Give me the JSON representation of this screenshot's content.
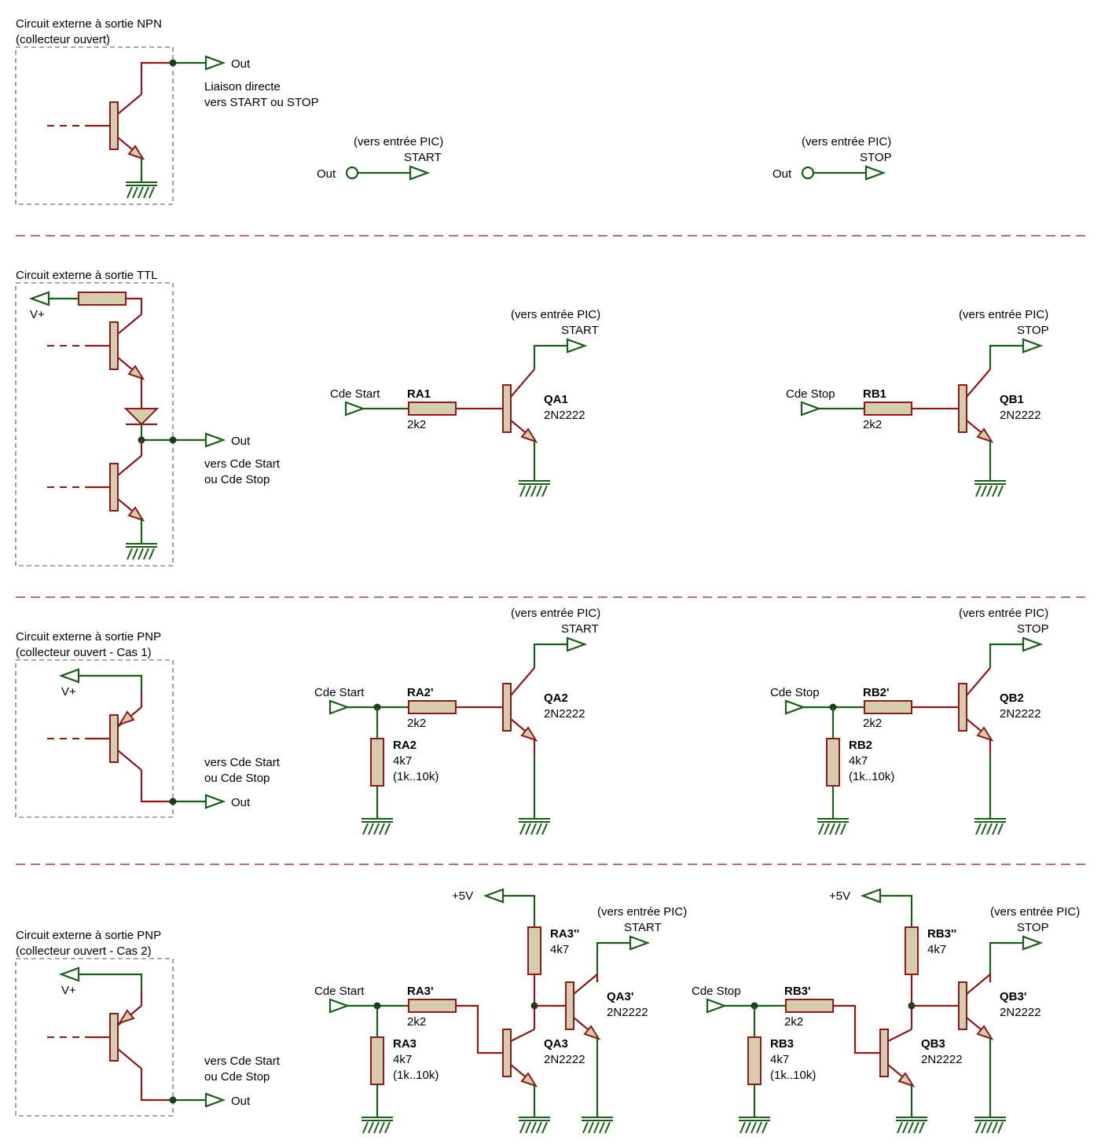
{
  "sections": {
    "npn": {
      "title_line1": "Circuit externe à sortie NPN",
      "title_line2": "(collecteur ouvert)",
      "out_label": "Out",
      "note_line1": "Liaison directe",
      "note_line2": "vers START ou STOP",
      "start_link": {
        "header": "(vers entrée PIC)",
        "signal": "START",
        "out": "Out"
      },
      "stop_link": {
        "header": "(vers entrée PIC)",
        "signal": "STOP",
        "out": "Out"
      }
    },
    "ttl": {
      "title": "Circuit externe à sortie TTL",
      "vplus": "V+",
      "out_label": "Out",
      "note_line1": "vers Cde Start",
      "note_line2": "ou Cde Stop",
      "start_stage": {
        "header": "(vers entrée PIC)",
        "signal": "START",
        "input": "Cde Start",
        "resistor": "RA1",
        "resistor_value": "2k2",
        "transistor": "QA1",
        "transistor_type": "2N2222"
      },
      "stop_stage": {
        "header": "(vers entrée PIC)",
        "signal": "STOP",
        "input": "Cde Stop",
        "resistor": "RB1",
        "resistor_value": "2k2",
        "transistor": "QB1",
        "transistor_type": "2N2222"
      }
    },
    "pnp1": {
      "title_line1": "Circuit externe à sortie PNP",
      "title_line2": "(collecteur ouvert - Cas 1)",
      "vplus": "V+",
      "out_label": "Out",
      "note_line1": "vers Cde Start",
      "note_line2": "ou Cde Stop",
      "start_stage": {
        "header": "(vers entrée PIC)",
        "signal": "START",
        "input": "Cde Start",
        "resistor": "RA2'",
        "resistor_value": "2k2",
        "pulldown": "RA2",
        "pulldown_value": "4k7",
        "pulldown_range": "(1k..10k)",
        "transistor": "QA2",
        "transistor_type": "2N2222"
      },
      "stop_stage": {
        "header": "(vers entrée PIC)",
        "signal": "STOP",
        "input": "Cde Stop",
        "resistor": "RB2'",
        "resistor_value": "2k2",
        "pulldown": "RB2",
        "pulldown_value": "4k7",
        "pulldown_range": "(1k..10k)",
        "transistor": "QB2",
        "transistor_type": "2N2222"
      }
    },
    "pnp2": {
      "title_line1": "Circuit externe à sortie PNP",
      "title_line2": "(collecteur ouvert - Cas 2)",
      "vplus": "V+",
      "out_label": "Out",
      "note_line1": "vers Cde Start",
      "note_line2": "ou Cde Stop",
      "start_stage": {
        "supply": "+5V",
        "header": "(vers entrée PIC)",
        "signal": "START",
        "input": "Cde Start",
        "resistor": "RA3'",
        "resistor_value": "2k2",
        "pulldown": "RA3",
        "pulldown_value": "4k7",
        "pulldown_range": "(1k..10k)",
        "pullup": "RA3''",
        "pullup_value": "4k7",
        "transistor1": "QA3",
        "transistor1_type": "2N2222",
        "transistor2": "QA3'",
        "transistor2_type": "2N2222"
      },
      "stop_stage": {
        "supply": "+5V",
        "header": "(vers entrée PIC)",
        "signal": "STOP",
        "input": "Cde Stop",
        "resistor": "RB3'",
        "resistor_value": "2k2",
        "pulldown": "RB3",
        "pulldown_value": "4k7",
        "pulldown_range": "(1k..10k)",
        "pullup": "RB3''",
        "pullup_value": "4k7",
        "transistor1": "QB3",
        "transistor1_type": "2N2222",
        "transistor2": "QB3'",
        "transistor2_type": "2N2222"
      }
    }
  },
  "colors": {
    "wire": "#8b1a1a",
    "net": "#1a5c1a",
    "component_fill": "#d6ccad",
    "junction": "#1a3d1a"
  }
}
